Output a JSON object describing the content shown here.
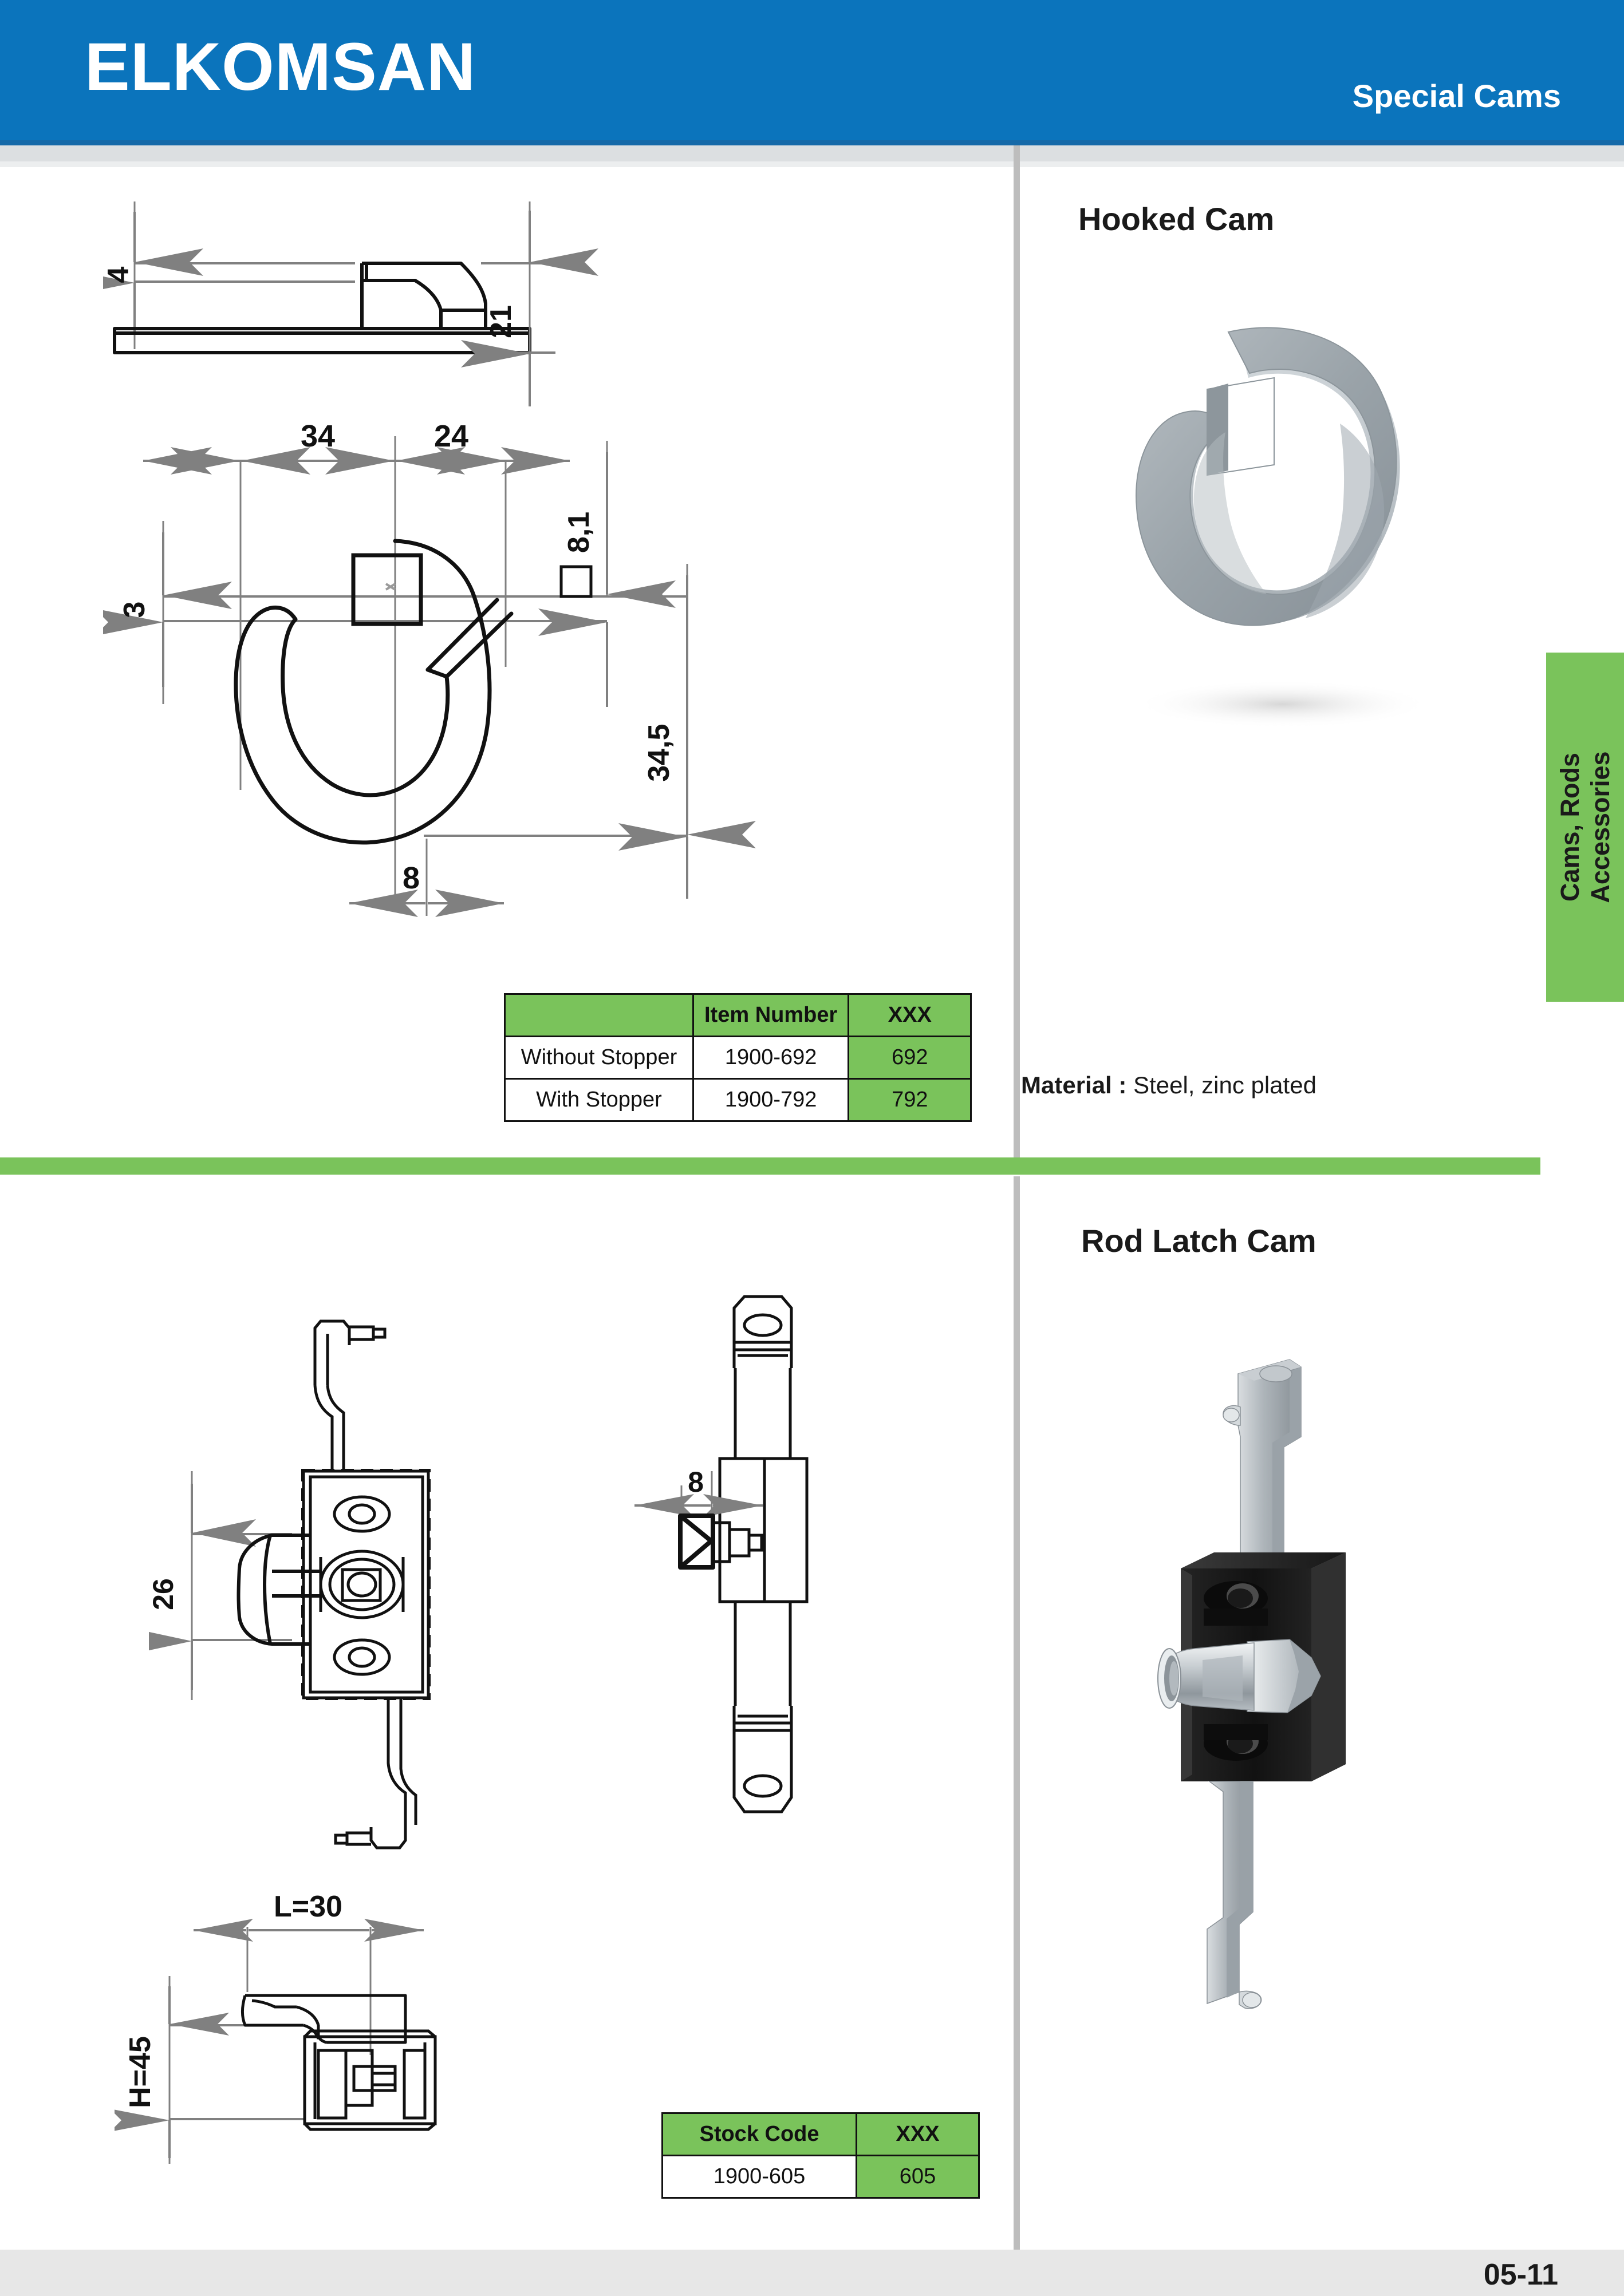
{
  "header": {
    "brand": "ELKOMSAN",
    "section_title": "Special Cams",
    "brand_color": "#0B74BC"
  },
  "side_tab": {
    "text": "Cams, Rods\nAccessories",
    "line1": "Cams, Rods",
    "line2": "Accessories",
    "color": "#7ac35b"
  },
  "sections": [
    {
      "id": "hooked-cam",
      "title": "Hooked Cam",
      "material_label": "Material :",
      "material_value": "Steel, zinc plated",
      "drawing_dimensions": {
        "side_view": [
          "4",
          "21"
        ],
        "plan_view": [
          "34",
          "24",
          "8,1",
          "3",
          "34,5",
          "8"
        ]
      },
      "table": {
        "headers": [
          "",
          "Item Number",
          "XXX"
        ],
        "rows": [
          [
            "Without Stopper",
            "1900-692",
            "692"
          ],
          [
            "With Stopper",
            "1900-792",
            "792"
          ]
        ]
      }
    },
    {
      "id": "rod-latch-cam",
      "title": "Rod Latch Cam",
      "drawing_dimensions": {
        "front_view": [
          "26"
        ],
        "side_view": [
          "8"
        ],
        "detail_view": [
          "L=30",
          "H=45"
        ]
      },
      "table": {
        "headers": [
          "Stock Code",
          "XXX"
        ],
        "rows": [
          [
            "1900-605",
            "605"
          ]
        ]
      }
    }
  ],
  "footer": {
    "page_number": "05-11"
  },
  "dimensions": {
    "d4": "4",
    "d21": "21",
    "d34": "34",
    "d24": "24",
    "d81": "8,1",
    "d3": "3",
    "d345": "34,5",
    "d8": "8",
    "d26": "26",
    "d8b": "8",
    "dL30": "L=30",
    "dH45": "H=45"
  }
}
